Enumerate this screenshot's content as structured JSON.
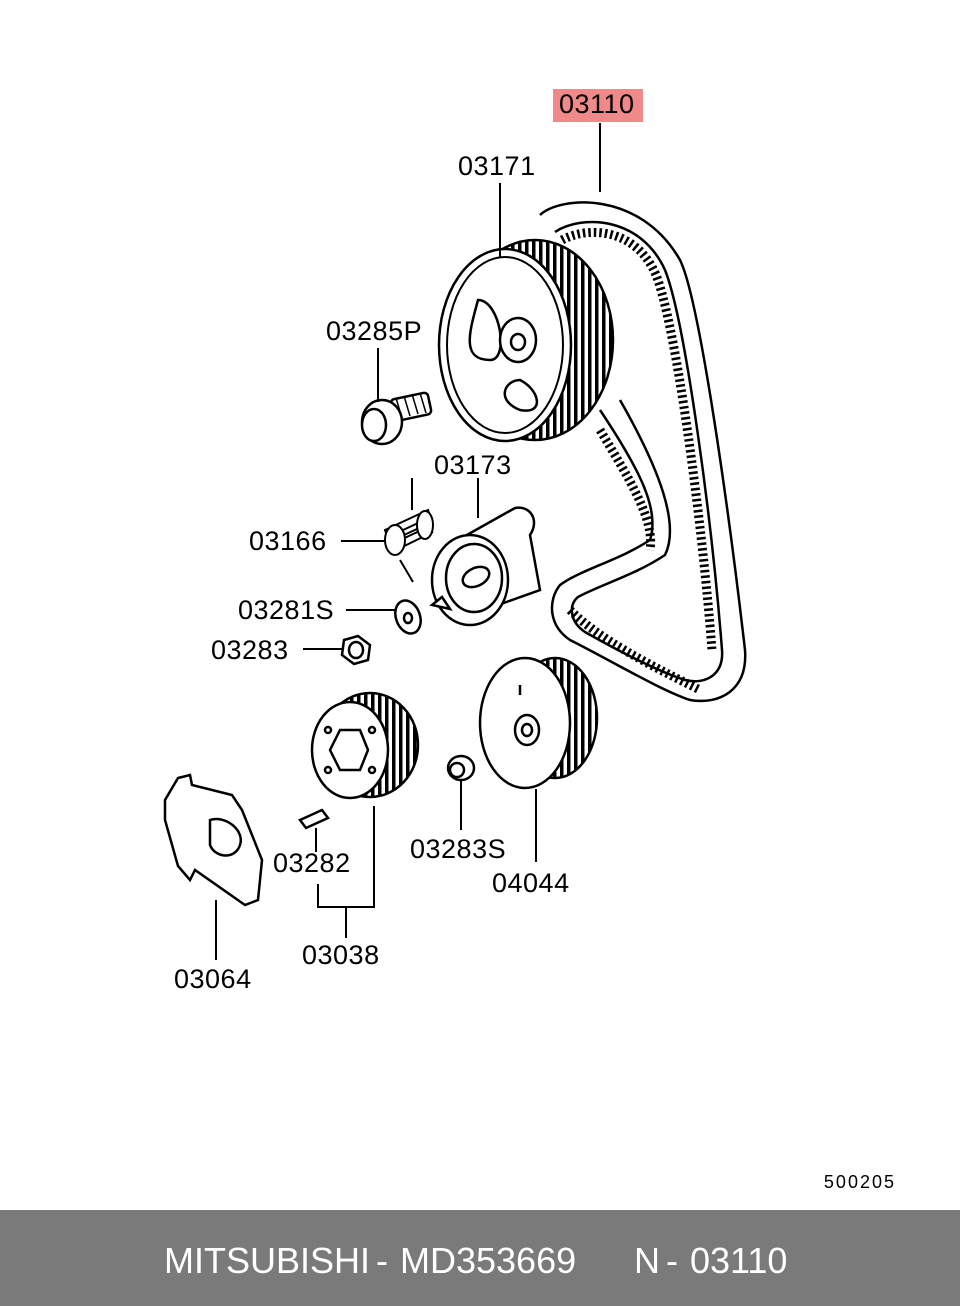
{
  "labels": {
    "p03110": "03110",
    "p03171": "03171",
    "p03285P": "03285P",
    "p03173": "03173",
    "p03166": "03166",
    "p03281S": "03281S",
    "p03283": "03283",
    "p03282": "03282",
    "p03283S": "03283S",
    "p04044": "04044",
    "p03038": "03038",
    "p03064": "03064"
  },
  "highlight_color": "#f08a8a",
  "diagram_code": "500205",
  "footer": {
    "brand": "MITSUBISHI",
    "sep1": "-",
    "part_number": "MD353669",
    "n": "N",
    "sep2": "-",
    "ref": "03110",
    "background": "#7a7a7a"
  }
}
